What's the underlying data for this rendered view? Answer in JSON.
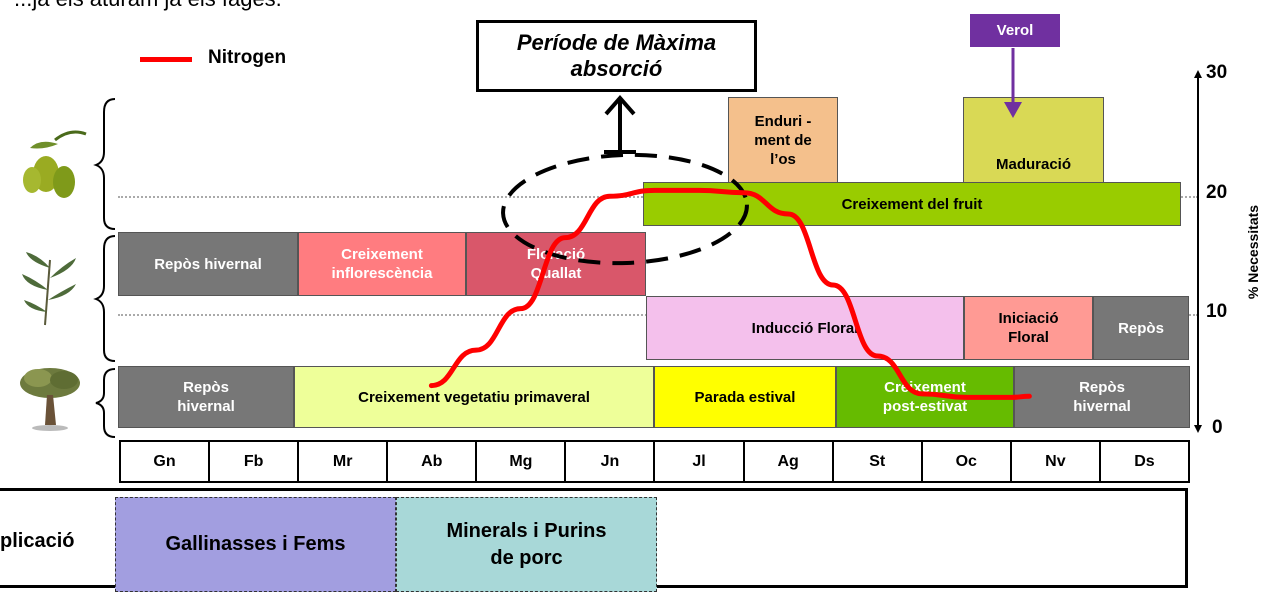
{
  "header_text": "...ja els aturam ja els fages.",
  "legend": {
    "label": "Nitrogen",
    "color": "#ff0000"
  },
  "callout": {
    "line1": "Període de Màxima",
    "line2": "absorció"
  },
  "verol": {
    "label": "Verol",
    "color": "#7030a0"
  },
  "axis": {
    "label": "% Necessitats",
    "ticks": [
      "30",
      "20",
      "10",
      "0"
    ]
  },
  "row_fruit": [
    {
      "label": "Enduri -\nment de\nl’os",
      "color": "#f4c08c"
    },
    {
      "label": "Maduració",
      "color": "#d9d955"
    },
    {
      "label": "Creixement del fruit",
      "color": "#99cc00"
    }
  ],
  "row_flower": [
    {
      "label": "Repòs hivernal",
      "color": "#777777",
      "text_color": "#ffffff"
    },
    {
      "label": "Creixement\ninflorescència",
      "color": "#ff7c80",
      "text_color": "#ffffff"
    },
    {
      "label": "Floració\nQuallat",
      "color": "#d9576a",
      "text_color": "#ffffff"
    },
    {
      "label": "Inducció Floral",
      "color": "#f4c0ec",
      "text_color": "#000000"
    },
    {
      "label": "Iniciació\nFloral",
      "color": "#ff9a94",
      "text_color": "#000000"
    },
    {
      "label": "Repòs",
      "color": "#777777",
      "text_color": "#ffffff"
    }
  ],
  "row_tree": [
    {
      "label": "Repòs\nhivernal",
      "color": "#777777",
      "text_color": "#ffffff"
    },
    {
      "label": "Creixement vegetatiu primaveral",
      "color": "#eeff99",
      "text_color": "#000000"
    },
    {
      "label": "Parada estival",
      "color": "#ffff00",
      "text_color": "#000000"
    },
    {
      "label": "Creixement\npost-estivat",
      "color": "#66bb00",
      "text_color": "#ffffff"
    },
    {
      "label": "Repòs\nhivernal",
      "color": "#777777",
      "text_color": "#ffffff"
    }
  ],
  "months": [
    "Gn",
    "Fb",
    "Mr",
    "Ab",
    "Mg",
    "Jn",
    "Jl",
    "Ag",
    "St",
    "Oc",
    "Nv",
    "Ds"
  ],
  "application": {
    "label": "plicació",
    "items": [
      {
        "label": "Gallinasses i Fems",
        "color": "#a29ee0"
      },
      {
        "label": "Minerals i Purins\nde porc",
        "color": "#a8d8d8"
      }
    ]
  },
  "chart_data": {
    "type": "line",
    "series": [
      {
        "name": "Nitrogen",
        "x": [
          3.5,
          4.0,
          4.5,
          5.0,
          5.5,
          6.0,
          6.5,
          7.0,
          7.5,
          8.0,
          8.5,
          9.0,
          9.5,
          10.0,
          10.2
        ],
        "y": [
          3.5,
          6.5,
          10,
          16,
          19.5,
          20,
          20,
          19.8,
          18,
          12,
          6,
          2.8,
          2.5,
          2.5,
          2.6
        ]
      }
    ],
    "ylim": [
      0,
      30
    ],
    "ylabel": "% Necessitats",
    "ticks_y": [
      0,
      10,
      20,
      30
    ],
    "categories": [
      "Gn",
      "Fb",
      "Mr",
      "Ab",
      "Mg",
      "Jn",
      "Jl",
      "Ag",
      "St",
      "Oc",
      "Nv",
      "Ds"
    ]
  }
}
